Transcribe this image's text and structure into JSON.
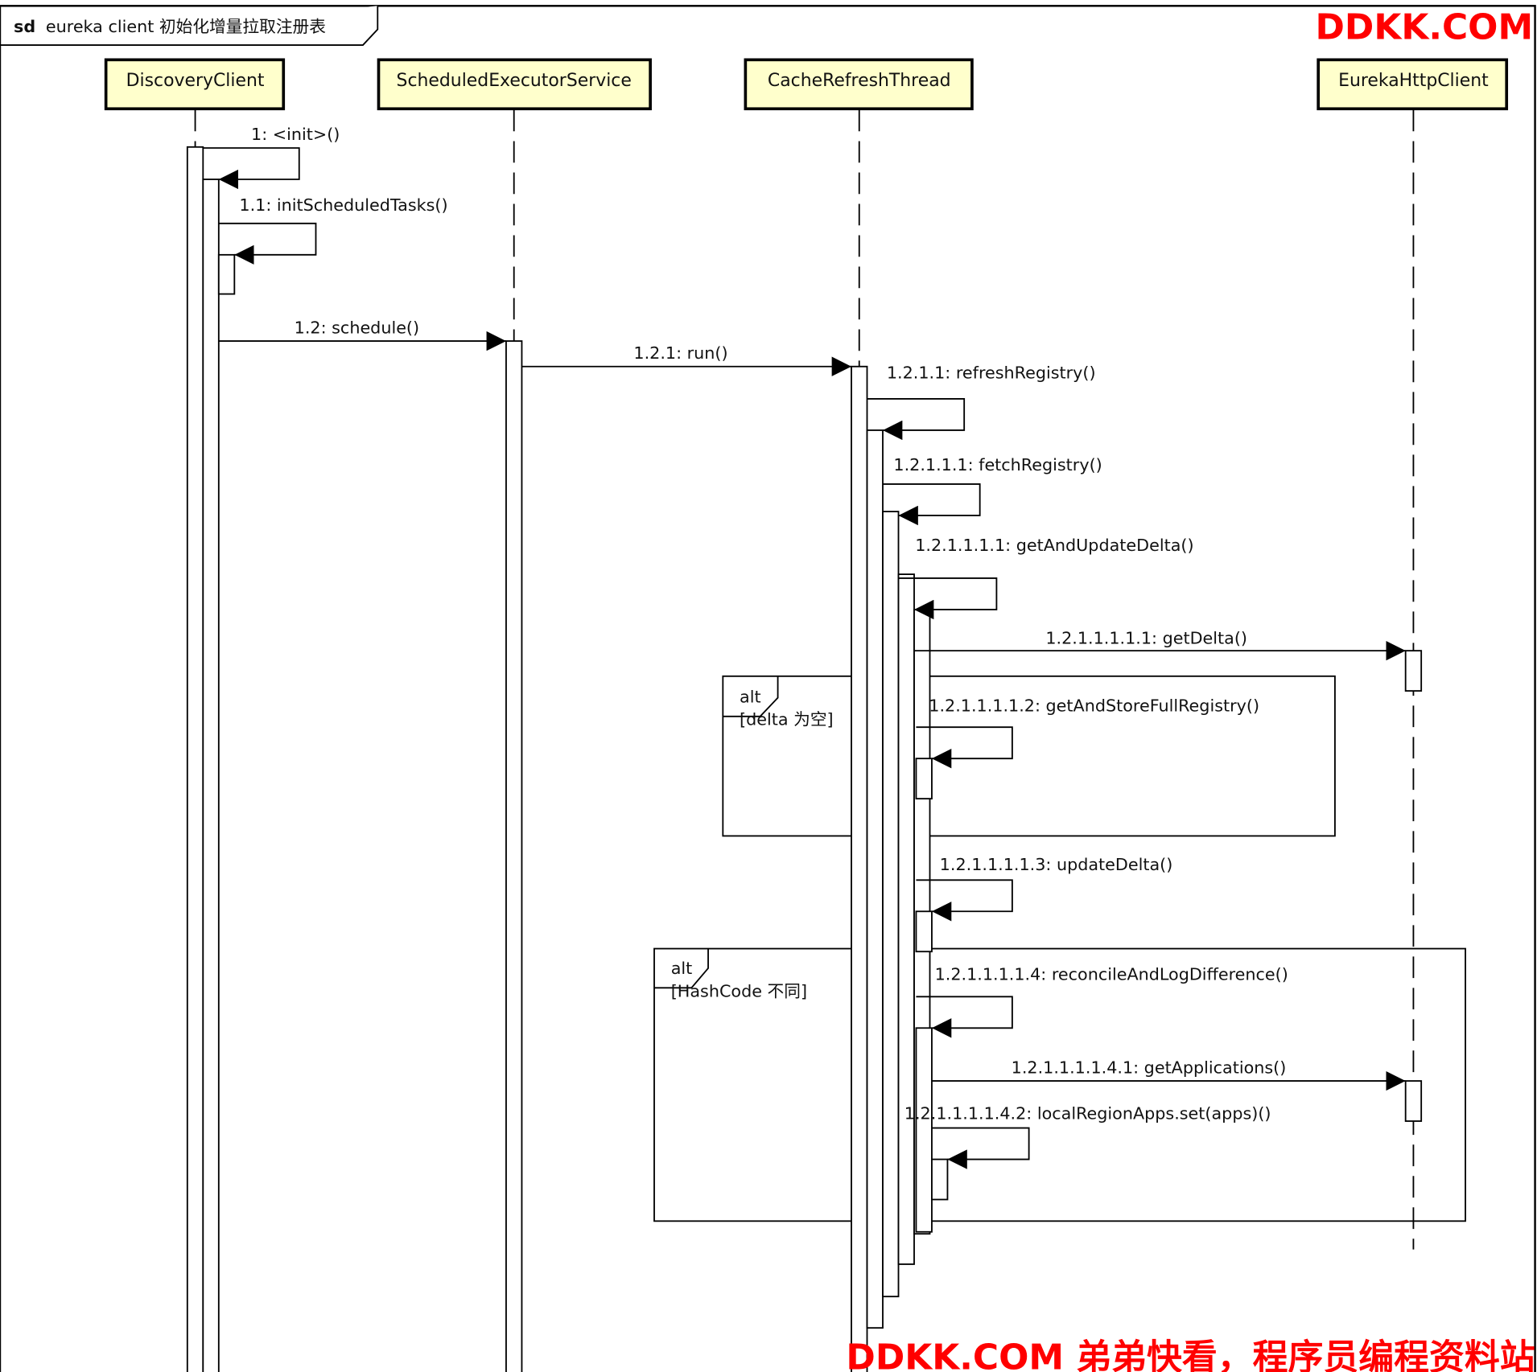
{
  "frame": {
    "keyword": "sd",
    "title": "eureka client 初始化增量拉取注册表"
  },
  "participants": [
    {
      "id": "discovery-client",
      "name": "DiscoveryClient"
    },
    {
      "id": "scheduled-executor-service",
      "name": "ScheduledExecutorService"
    },
    {
      "id": "cache-refresh-thread",
      "name": "CacheRefreshThread"
    },
    {
      "id": "eureka-http-client",
      "name": "EurekaHttpClient"
    }
  ],
  "messages": [
    {
      "seq": "1",
      "label": "1: <init>()",
      "from": "DiscoveryClient",
      "to": "DiscoveryClient",
      "kind": "self"
    },
    {
      "seq": "1.1",
      "label": "1.1: initScheduledTasks()",
      "from": "DiscoveryClient",
      "to": "DiscoveryClient",
      "kind": "self"
    },
    {
      "seq": "1.2",
      "label": "1.2: schedule()",
      "from": "DiscoveryClient",
      "to": "ScheduledExecutorService",
      "kind": "call"
    },
    {
      "seq": "1.2.1",
      "label": "1.2.1: run()",
      "from": "ScheduledExecutorService",
      "to": "CacheRefreshThread",
      "kind": "call"
    },
    {
      "seq": "1.2.1.1",
      "label": "1.2.1.1: refreshRegistry()",
      "from": "CacheRefreshThread",
      "to": "CacheRefreshThread",
      "kind": "self"
    },
    {
      "seq": "1.2.1.1.1",
      "label": "1.2.1.1.1: fetchRegistry()",
      "from": "CacheRefreshThread",
      "to": "CacheRefreshThread",
      "kind": "self"
    },
    {
      "seq": "1.2.1.1.1.1",
      "label": "1.2.1.1.1.1: getAndUpdateDelta()",
      "from": "CacheRefreshThread",
      "to": "CacheRefreshThread",
      "kind": "self"
    },
    {
      "seq": "1.2.1.1.1.1.1",
      "label": "1.2.1.1.1.1.1: getDelta()",
      "from": "CacheRefreshThread",
      "to": "EurekaHttpClient",
      "kind": "call"
    },
    {
      "seq": "1.2.1.1.1.1.2",
      "label": "1.2.1.1.1.1.2: getAndStoreFullRegistry()",
      "from": "CacheRefreshThread",
      "to": "CacheRefreshThread",
      "kind": "self"
    },
    {
      "seq": "1.2.1.1.1.1.3",
      "label": "1.2.1.1.1.1.3: updateDelta()",
      "from": "CacheRefreshThread",
      "to": "CacheRefreshThread",
      "kind": "self"
    },
    {
      "seq": "1.2.1.1.1.1.4",
      "label": "1.2.1.1.1.1.4: reconcileAndLogDifference()",
      "from": "CacheRefreshThread",
      "to": "CacheRefreshThread",
      "kind": "self"
    },
    {
      "seq": "1.2.1.1.1.1.4.1",
      "label": "1.2.1.1.1.1.4.1: getApplications()",
      "from": "CacheRefreshThread",
      "to": "EurekaHttpClient",
      "kind": "call"
    },
    {
      "seq": "1.2.1.1.1.1.4.2",
      "label": "1.2.1.1.1.1.4.2: localRegionApps.set(apps)()",
      "from": "CacheRefreshThread",
      "to": "CacheRefreshThread",
      "kind": "self"
    }
  ],
  "fragments": [
    {
      "operator": "alt",
      "guard": "[delta 为空]"
    },
    {
      "operator": "alt",
      "guard": "[HashCode 不同]"
    }
  ],
  "watermark": {
    "top": "DDKK.COM",
    "bottom": "DDKK.COM 弟弟快看，程序员编程资料站",
    "color": "#ff0000"
  },
  "colors": {
    "participant_fill": "#ffffcc",
    "line": "#000000"
  }
}
